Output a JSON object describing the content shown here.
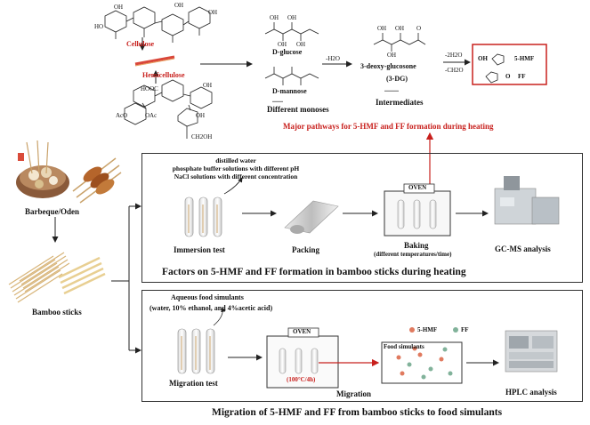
{
  "top": {
    "cellulose_label": "Cellulose",
    "hemicellulose_label": "Hemicellulose",
    "dglucose": "D-glucose",
    "dmannose": "D-mannose",
    "different_monoses": "Different monoses",
    "monoses_dots": "......",
    "minus_h2o": "-H2O",
    "deoxy_glucosone": "3-deoxy-glucosone",
    "three_dg": "(3-DG)",
    "intermediates_dots": "........",
    "intermediates": "Intermediates",
    "minus_2h2o": "-2H2O",
    "minus_ch2o": "-CH2O",
    "hmf_label": "5-HMF",
    "ff_label": "FF",
    "major_pathways": "Major pathways for 5-HMF and FF formation during heating",
    "mol_labels": {
      "oh": "OH",
      "o": "O",
      "ho": "HO",
      "hooc": "HOOC",
      "aco": "AcO",
      "oac": "OAc",
      "ch2oh": "CH2OH"
    }
  },
  "left": {
    "barbeque": "Barbeque/Oden",
    "bamboo_sticks": "Bamboo sticks"
  },
  "middle": {
    "solution_lines": [
      "distilled water",
      "phosphate buffer solutions with different pH",
      "NaCl solutions with different concentration"
    ],
    "immersion_test": "Immersion test",
    "packing": "Packing",
    "oven": "OVEN",
    "baking": "Baking",
    "baking_sub": "(different temperatures/time)",
    "gcms": "GC-MS analysis",
    "factors_title": "Factors on 5-HMF and FF formation in bamboo sticks during heating"
  },
  "bottom": {
    "simulants_line1": "Aqueous food simulants",
    "simulants_line2": "(water, 10% ethanol, and 4%acetic acid)",
    "migration_test": "Migration test",
    "oven": "OVEN",
    "oven_condition": "(100°C/4h)",
    "migration": "Migration",
    "food_simulants": "Food simulants",
    "legend_hmf": "5-HMF",
    "legend_ff": "FF",
    "hplc": "HPLC analysis",
    "migration_title": "Migration of  5-HMF and FF from bamboo sticks to food simulants"
  }
}
